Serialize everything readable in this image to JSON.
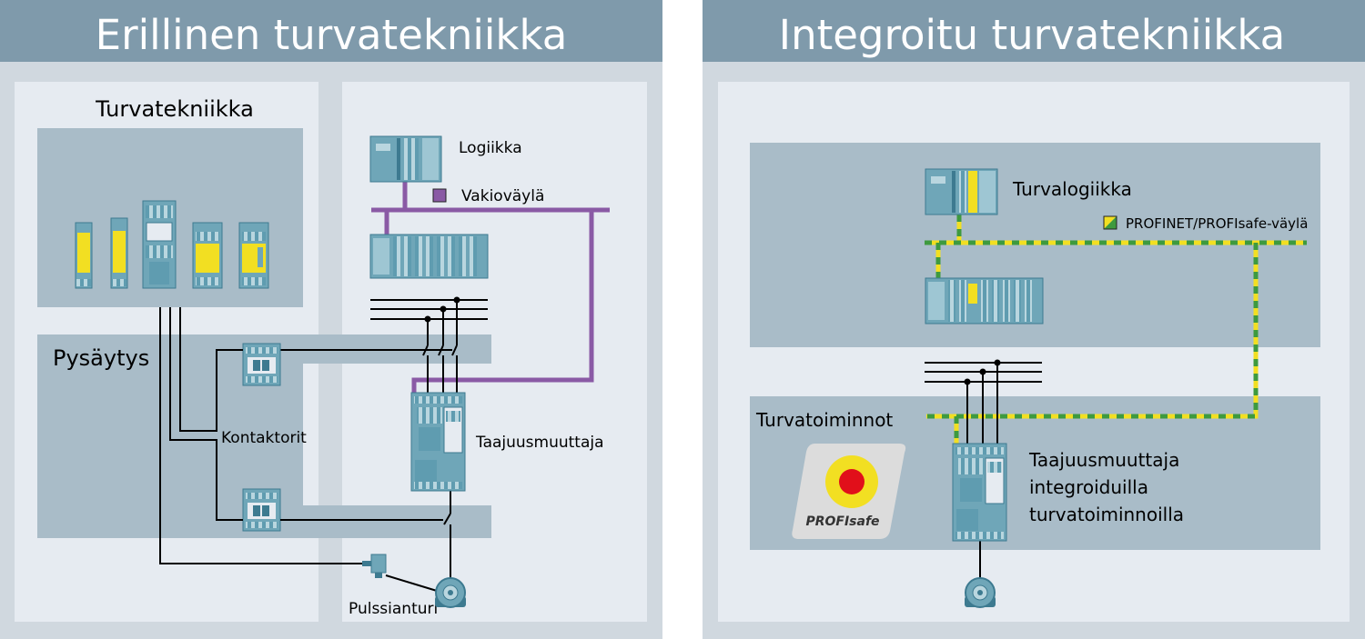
{
  "left": {
    "title": "Erillinen turvatekniikka",
    "labels": {
      "turvatekniikka": "Turvatekniikka",
      "pysaytys": "Pysäytys",
      "logiikka": "Logiikka",
      "vakiovayla": "Vakioväylä",
      "kontaktorit": "Kontaktorit",
      "taajuusmuuttaja": "Taajuusmuuttaja",
      "pulssianturi": "Pulssianturi"
    }
  },
  "right": {
    "title": "Integroitu turvatekniikka",
    "labels": {
      "turvalogiikka": "Turvalogiikka",
      "profinet": "PROFINET/PROFIsafe-väylä",
      "turvatoiminnot": "Turvatoiminnot",
      "drive_line1": "Taajuusmuuttaja",
      "drive_line2": "integroiduilla",
      "drive_line3": "turvatoiminnoilla",
      "profisafe_logo": "PROFIsafe"
    }
  },
  "colors": {
    "header": "#7f9aab",
    "frame": "#d0d8df",
    "panel": "#e6ebf1",
    "box": "#a9bcc8",
    "device": "#6fa6b8",
    "device_dark": "#3d7a90",
    "bus_purple": "#8a5aa5",
    "safety_yellow": "#f2df22",
    "safety_green": "#3e9a3e",
    "button_red": "#e10f1a"
  }
}
